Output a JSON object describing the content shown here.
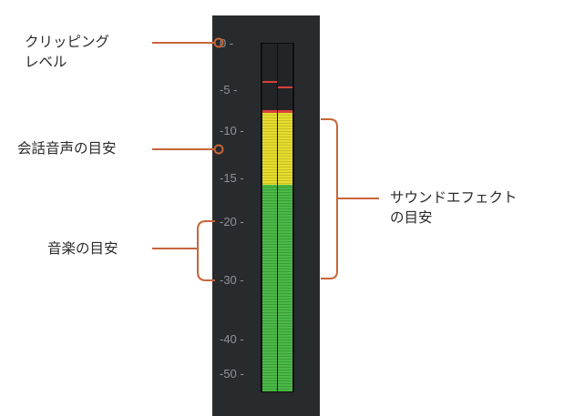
{
  "meter": {
    "scale_labels": [
      "0 -",
      "-5 -",
      "-10 -",
      "-15 -",
      "-20 -",
      "-30 -",
      "-40 -",
      "-50 -"
    ],
    "colors": {
      "background": "#282b2e",
      "green": "#4cb848",
      "yellow": "#e6dc2f",
      "red": "#d93f3b",
      "callout": "#c8653a"
    },
    "channels": [
      {
        "level_db": -7.5,
        "peak_hold_db": -2
      },
      {
        "level_db": -7.5,
        "peak_hold_db": -2.5
      }
    ]
  },
  "annotations": {
    "clipping": "クリッピング\nレベル",
    "dialogue": "会話音声の目安",
    "music": "音楽の目安",
    "sfx": "サウンドエフェクト\nの目安"
  }
}
